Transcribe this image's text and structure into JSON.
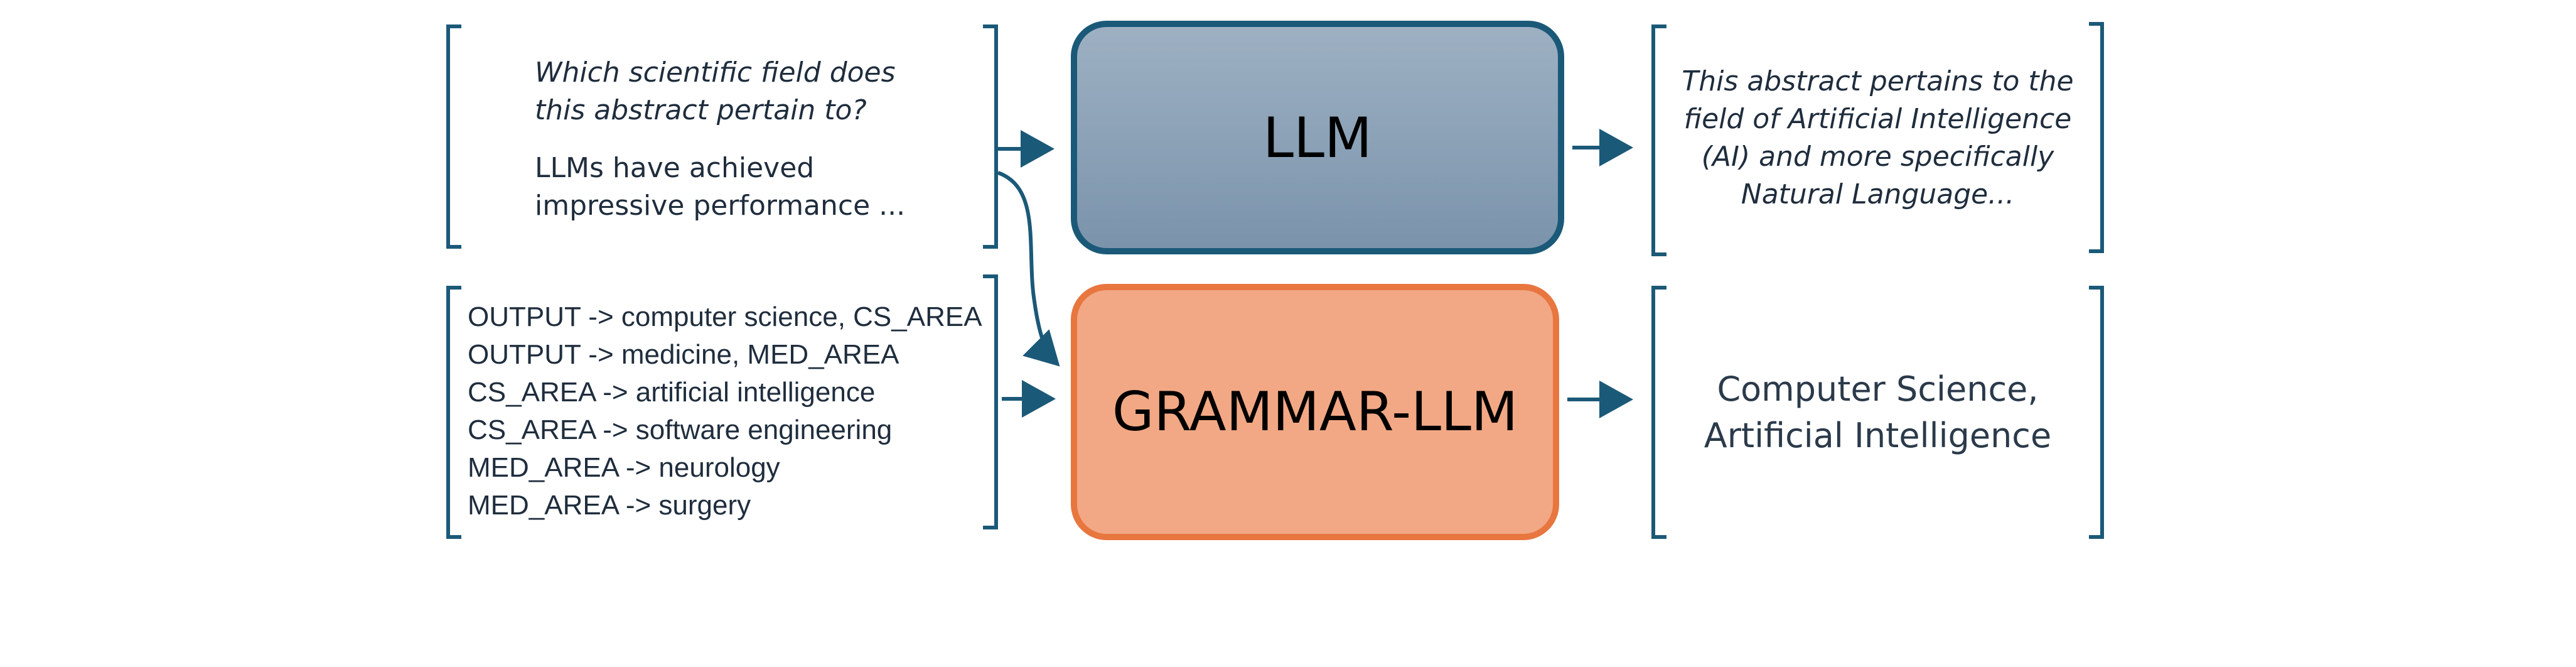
{
  "input_prompt": {
    "question_line1": "Which scientific field does",
    "question_line2": "this abstract pertain to?",
    "abstract_line1": "LLMs have achieved",
    "abstract_line2": "impressive performance ..."
  },
  "grammar": {
    "rules": [
      "OUTPUT -> computer science, CS_AREA",
      "OUTPUT -> medicine, MED_AREA",
      "CS_AREA -> artificial intelligence",
      "CS_AREA -> software engineering",
      "MED_AREA -> neurology",
      "MED_AREA -> surgery"
    ]
  },
  "llm_box": {
    "label": "LLM",
    "fill_top": "#9eb1c3",
    "fill_bottom": "#7a93ab",
    "stroke": "#1b5978"
  },
  "grammar_llm_box": {
    "label": "GRAMMAR-LLM",
    "fill": "#f2a884",
    "stroke": "#e8763f"
  },
  "llm_output": {
    "line1": "This abstract pertains to the",
    "line2": "field of Artificial Intelligence",
    "line3": "(AI) and more specifically",
    "line4": "Natural Language..."
  },
  "grammar_output": {
    "line1": "Computer Science,",
    "line2": "Artificial Intelligence"
  },
  "colors": {
    "bracket": "#1b5978",
    "arrow": "#1b5978"
  }
}
